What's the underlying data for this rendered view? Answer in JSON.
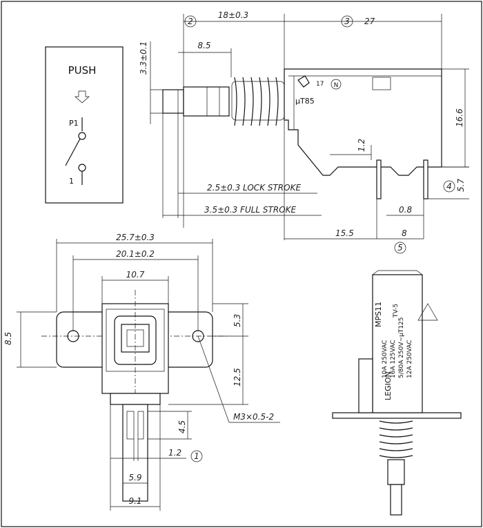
{
  "schematic": {
    "push_label": "PUSH",
    "pin_top": "P1",
    "pin_bottom": "1"
  },
  "side_view": {
    "circle_2": "2",
    "circle_3": "3",
    "circle_4": "4",
    "circle_5": "5",
    "dim_18": "18±0.3",
    "dim_27": "27",
    "dim_8_5": "8.5",
    "dim_3_3": "3.3±0.1",
    "dim_16_6": "16.6",
    "dim_1_2": "1.2",
    "dim_5_7": "5.7",
    "lock_stroke": "2.5±0.3 LOCK STROKE",
    "full_stroke": "3.5±0.3 FULL STROKE",
    "dim_0_8": "0.8",
    "dim_15_5": "15.5",
    "dim_8": "8",
    "body_mark": "μT85",
    "n_mark": "N"
  },
  "front_view": {
    "dim_25_7": "25.7±0.3",
    "dim_20_1": "20.1±0.2",
    "dim_10_7": "10.7",
    "dim_8_5": "8.5",
    "dim_5_3": "5.3",
    "dim_12_5": "12.5",
    "screw": "M3×0.5-2",
    "dim_4_5": "4.5",
    "dim_1_2": "1.2",
    "circle_1": "1",
    "dim_5_9": "5.9",
    "dim_9_1": "9.1"
  },
  "label_view": {
    "line1": "LEGION",
    "line2": "MPS11",
    "line3": "TV-5",
    "line4": "10A 250VAC",
    "line5": "16A 125VAC",
    "line6": "5/80A 250V~μT125",
    "line7": "12A 250VAC"
  }
}
